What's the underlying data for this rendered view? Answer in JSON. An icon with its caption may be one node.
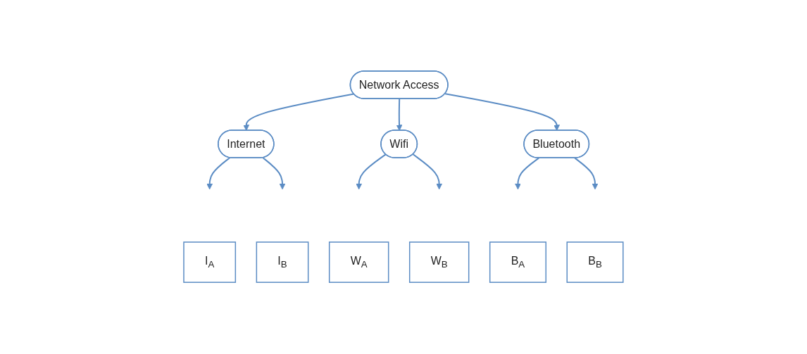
{
  "diagram": {
    "nodes": [
      {
        "text": [
          "Network Access"
        ]
      },
      {
        "text": [
          "Internet"
        ]
      },
      {
        "text": [
          "Wifi"
        ]
      },
      {
        "text": [
          "Bluetooth"
        ]
      },
      {
        "text": [
          "I$_{A}$"
        ]
      },
      {
        "text": [
          "I$_{B}$"
        ]
      },
      {
        "text": [
          "W$_{A}$"
        ]
      },
      {
        "text": [
          "W$_{B}$"
        ]
      },
      {
        "text": [
          "B$_{A}$"
        ]
      },
      {
        "text": [
          "B$_{B}$"
        ]
      }
    ],
    "edges": [
      {
        "from": 0,
        "to": 1,
        "arrow": "to"
      },
      {
        "from": 0,
        "to": 2,
        "arrow": "to"
      },
      {
        "from": 0,
        "to": 3,
        "arrow": "to"
      },
      {
        "from": 1,
        "to": null,
        "arrow": "to"
      },
      {
        "from": 1,
        "to": null,
        "arrow": "to"
      },
      {
        "from": 2,
        "to": null,
        "arrow": "to"
      },
      {
        "from": 2,
        "to": null,
        "arrow": "to"
      },
      {
        "from": 3,
        "to": null,
        "arrow": "to"
      },
      {
        "from": 3,
        "to": null,
        "arrow": "to"
      }
    ]
  }
}
